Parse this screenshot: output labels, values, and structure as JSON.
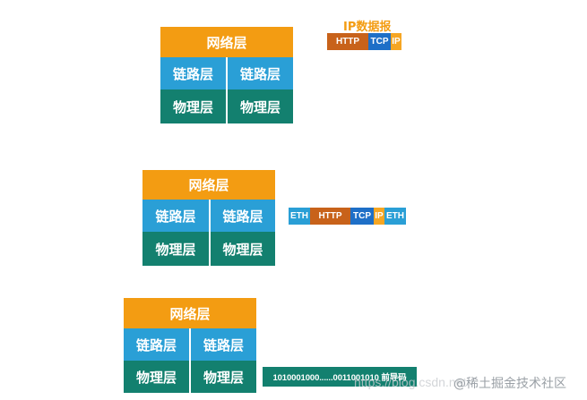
{
  "layers": {
    "network": "网络层",
    "link": "链路层",
    "physical": "物理层"
  },
  "packets": {
    "ip_title": "IP数据报",
    "http": "HTTP",
    "tcp": "TCP",
    "ip": "IP",
    "eth": "ETH",
    "bits": "1010001000......0011001010  前导码"
  },
  "watermark": {
    "url": "https://blog.csdn.net",
    "text": "@稀土掘金技术社区"
  }
}
